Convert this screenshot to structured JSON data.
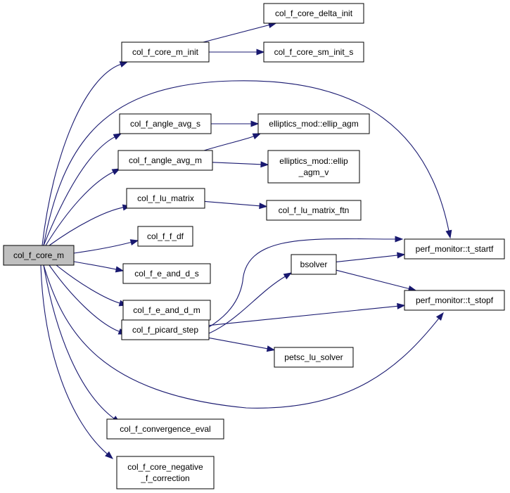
{
  "colors": {
    "edge": "#191970",
    "root_fill": "#bfbfbf",
    "node_fill": "#ffffff",
    "node_border": "#000000"
  },
  "nodes": [
    {
      "id": "n_core_m",
      "label": "col_f_core_m",
      "root": true
    },
    {
      "id": "n_core_m_init",
      "label": "col_f_core_m_init"
    },
    {
      "id": "n_delta_init",
      "label": "col_f_core_delta_init"
    },
    {
      "id": "n_sm_init",
      "label": "col_f_core_sm_init_s"
    },
    {
      "id": "n_angle_s",
      "label": "col_f_angle_avg_s"
    },
    {
      "id": "n_ellip_agm",
      "label": "elliptics_mod::ellip_agm"
    },
    {
      "id": "n_angle_m",
      "label": "col_f_angle_avg_m"
    },
    {
      "id": "n_ellip_agm_v",
      "label": [
        "elliptics_mod::ellip",
        "_agm_v"
      ]
    },
    {
      "id": "n_lu_matrix",
      "label": "col_f_lu_matrix"
    },
    {
      "id": "n_lu_matrix_ftn",
      "label": "col_f_lu_matrix_ftn"
    },
    {
      "id": "n_f_df",
      "label": "col_f_f_df"
    },
    {
      "id": "n_e_and_d_s",
      "label": "col_f_e_and_d_s"
    },
    {
      "id": "n_e_and_d_m",
      "label": "col_f_e_and_d_m"
    },
    {
      "id": "n_picard",
      "label": "col_f_picard_step"
    },
    {
      "id": "n_bsolver",
      "label": "bsolver"
    },
    {
      "id": "n_petsc",
      "label": "petsc_lu_solver"
    },
    {
      "id": "n_t_startf",
      "label": "perf_monitor::t_startf"
    },
    {
      "id": "n_t_stopf",
      "label": "perf_monitor::t_stopf"
    },
    {
      "id": "n_convergence",
      "label": "col_f_convergence_eval"
    },
    {
      "id": "n_negative",
      "label": [
        "col_f_core_negative",
        "_f_correction"
      ]
    }
  ],
  "edges": [
    {
      "from": "n_core_m",
      "to": "n_core_m_init"
    },
    {
      "from": "n_core_m",
      "to": "n_angle_s"
    },
    {
      "from": "n_core_m",
      "to": "n_angle_m"
    },
    {
      "from": "n_core_m",
      "to": "n_lu_matrix"
    },
    {
      "from": "n_core_m",
      "to": "n_f_df"
    },
    {
      "from": "n_core_m",
      "to": "n_e_and_d_s"
    },
    {
      "from": "n_core_m",
      "to": "n_e_and_d_m"
    },
    {
      "from": "n_core_m",
      "to": "n_picard"
    },
    {
      "from": "n_core_m",
      "to": "n_convergence"
    },
    {
      "from": "n_core_m",
      "to": "n_negative"
    },
    {
      "from": "n_core_m",
      "to": "n_t_startf"
    },
    {
      "from": "n_core_m",
      "to": "n_t_stopf"
    },
    {
      "from": "n_core_m_init",
      "to": "n_delta_init"
    },
    {
      "from": "n_core_m_init",
      "to": "n_sm_init"
    },
    {
      "from": "n_angle_s",
      "to": "n_ellip_agm"
    },
    {
      "from": "n_angle_m",
      "to": "n_ellip_agm"
    },
    {
      "from": "n_angle_m",
      "to": "n_ellip_agm_v"
    },
    {
      "from": "n_lu_matrix",
      "to": "n_lu_matrix_ftn"
    },
    {
      "from": "n_picard",
      "to": "n_bsolver"
    },
    {
      "from": "n_picard",
      "to": "n_petsc"
    },
    {
      "from": "n_picard",
      "to": "n_t_startf"
    },
    {
      "from": "n_picard",
      "to": "n_t_stopf"
    },
    {
      "from": "n_bsolver",
      "to": "n_t_startf"
    },
    {
      "from": "n_bsolver",
      "to": "n_t_stopf"
    }
  ]
}
